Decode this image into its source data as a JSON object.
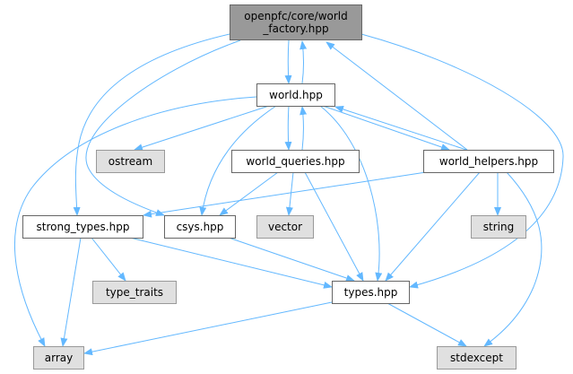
{
  "nodes": {
    "factory": {
      "label_line1": "openpfc/core/world",
      "label_line2": "_factory.hpp"
    },
    "world": {
      "label": "world.hpp"
    },
    "ostream": {
      "label": "ostream"
    },
    "world_queries": {
      "label": "world_queries.hpp"
    },
    "world_helpers": {
      "label": "world_helpers.hpp"
    },
    "strong_types": {
      "label": "strong_types.hpp"
    },
    "csys": {
      "label": "csys.hpp"
    },
    "vector": {
      "label": "vector"
    },
    "string": {
      "label": "string"
    },
    "type_traits": {
      "label": "type_traits"
    },
    "types": {
      "label": "types.hpp"
    },
    "array": {
      "label": "array"
    },
    "stdexcept": {
      "label": "stdexcept"
    }
  },
  "edges": [
    [
      "factory",
      "world"
    ],
    [
      "world",
      "factory"
    ],
    [
      "world_helpers",
      "factory"
    ],
    [
      "factory",
      "types"
    ],
    [
      "factory",
      "strong_types"
    ],
    [
      "factory",
      "csys"
    ],
    [
      "world",
      "array"
    ],
    [
      "world",
      "ostream"
    ],
    [
      "world",
      "csys"
    ],
    [
      "world",
      "world_queries"
    ],
    [
      "world_queries",
      "world"
    ],
    [
      "world",
      "types"
    ],
    [
      "world",
      "world_helpers"
    ],
    [
      "world_helpers",
      "world"
    ],
    [
      "world_queries",
      "csys"
    ],
    [
      "world_queries",
      "vector"
    ],
    [
      "world_queries",
      "types"
    ],
    [
      "world_helpers",
      "strong_types"
    ],
    [
      "world_helpers",
      "string"
    ],
    [
      "world_helpers",
      "types"
    ],
    [
      "world_helpers",
      "stdexcept"
    ],
    [
      "strong_types",
      "type_traits"
    ],
    [
      "strong_types",
      "array"
    ],
    [
      "strong_types",
      "types"
    ],
    [
      "csys",
      "types"
    ],
    [
      "types",
      "array"
    ],
    [
      "types",
      "stdexcept"
    ]
  ],
  "colors": {
    "edge": "#63b8ff",
    "root_fill": "#999999",
    "external_fill": "#e0e0e0"
  }
}
